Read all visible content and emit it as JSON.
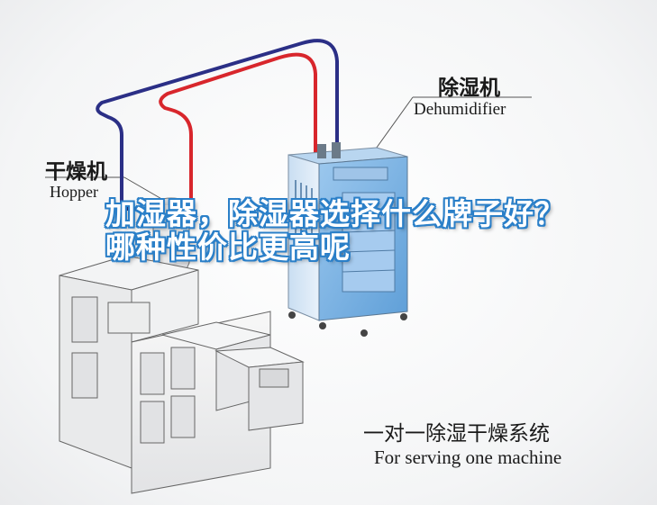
{
  "diagram": {
    "dehumidifier_label_cn": "除湿机",
    "dehumidifier_label_en": "Dehumidifier",
    "hopper_label_cn": "干燥机",
    "hopper_label_en": "Hopper",
    "system_label_cn": "一对一除湿干燥系统",
    "system_label_en": "For serving one machine",
    "pipe_colors": {
      "supply": "#2b2f86",
      "return": "#d8262c"
    },
    "dehumidifier_color": "#7fb6e6"
  },
  "overlay": {
    "title": "加湿器，除湿器选择什么牌子好？哪种性价比更高呢",
    "text_color": "#ffffff",
    "outline_color": "#2a7fc8"
  }
}
